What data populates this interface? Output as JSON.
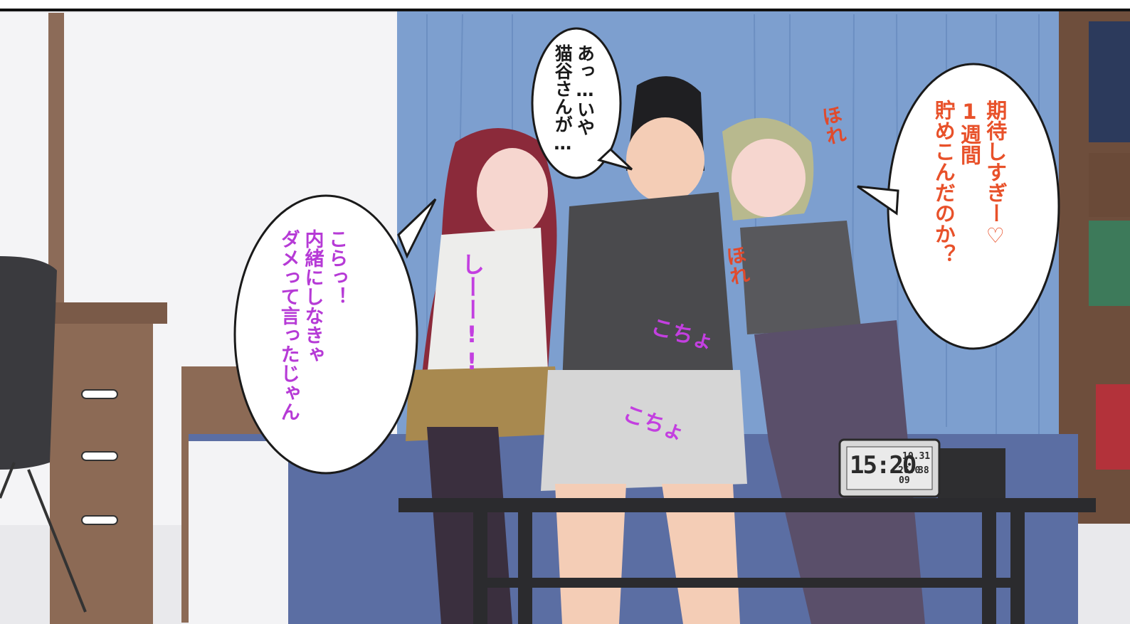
{
  "bubbles": {
    "top_center": {
      "lines": [
        "あっ…いや",
        "猫谷さんが…"
      ]
    },
    "right": {
      "lines": [
        "期待しすぎー♡",
        "1週間",
        "貯めこんだのか？"
      ]
    },
    "left": {
      "lines": [
        "こらっ！",
        "内緒にしなきゃ",
        "ダメって言ったじゃん"
      ]
    }
  },
  "sfx": {
    "hore_1": "ほれ",
    "hore_2": "ほれ",
    "shii": "しーー!!",
    "kocho_1": "こちょ",
    "kocho_2": "こちょ"
  },
  "clock": {
    "time": "15:20",
    "seconds": "09",
    "date": "10.31",
    "temperature": "26.0",
    "humidity": "38"
  },
  "colors": {
    "text_black": "#1a1a1a",
    "text_orange": "#e8512a",
    "text_purple": "#b63ad6",
    "curtain": "#7d9fcf",
    "sofa": "#5b6ea3"
  }
}
